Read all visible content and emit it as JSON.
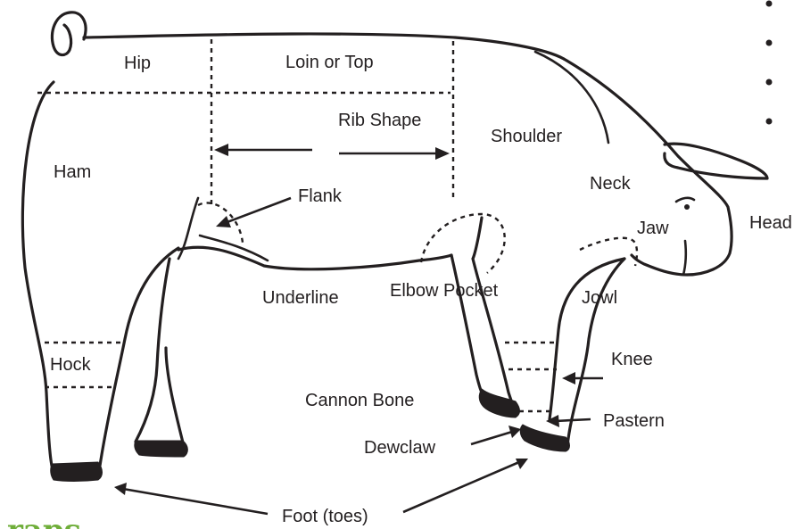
{
  "labels": {
    "hip": "Hip",
    "loin": "Loin or Top",
    "rib_shape": "Rib Shape",
    "shoulder": "Shoulder",
    "ham": "Ham",
    "flank": "Flank",
    "neck": "Neck",
    "head": "Head",
    "jaw": "Jaw",
    "underline": "Underline",
    "elbow_pocket": "Elbow Pocket",
    "jowl": "Jowl",
    "hock": "Hock",
    "knee": "Knee",
    "cannon_bone": "Cannon Bone",
    "pastern": "Pastern",
    "dewclaw": "Dewclaw",
    "foot": "Foot (toes)"
  },
  "logo_fragment": "raps",
  "colors": {
    "ink": "#231f20",
    "logo_green": "#6fae3a"
  }
}
